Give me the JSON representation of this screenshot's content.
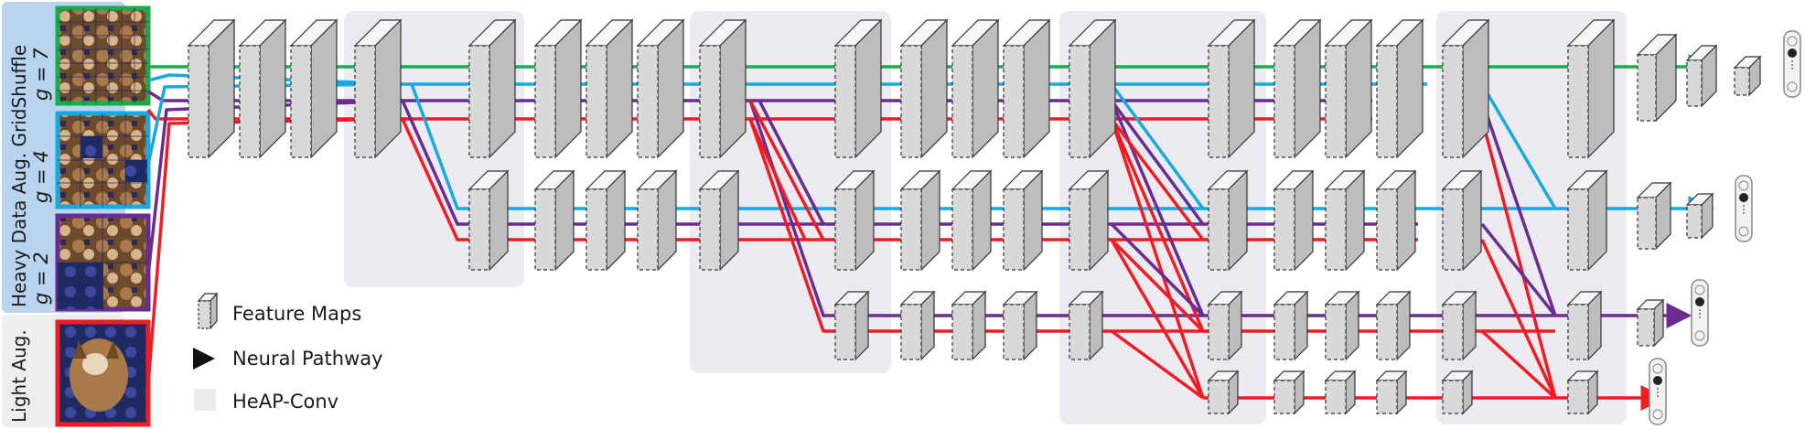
{
  "colors": {
    "g7": "#1aab4b",
    "g4": "#18a9e3",
    "g2": "#6a2c91",
    "light": "#ef1c24",
    "heavy_panel": "#b8d4ee",
    "light_panel": "#eeeeee",
    "heap_block": "#ecebf1",
    "map_face": "#d8d8d8",
    "map_side": "#bdbdbd",
    "map_top": "#f6f6f6"
  },
  "left_panel": {
    "heavy_label_line1": "Heavy Data Aug. GridShuffle",
    "light_label": "Light Aug.",
    "inputs": [
      {
        "id": "g7",
        "label": "g = 7",
        "image": "wolf-grid-7"
      },
      {
        "id": "g4",
        "label": "g = 4",
        "image": "wolf-grid-4"
      },
      {
        "id": "g2",
        "label": "g = 2",
        "image": "wolf-grid-2"
      },
      {
        "id": "light",
        "label": "",
        "image": "wolf-original"
      }
    ]
  },
  "legend": {
    "items": [
      {
        "icon": "feature-map-icon",
        "text": "Feature Maps"
      },
      {
        "icon": "arrow-icon",
        "text": "Neural Pathway"
      },
      {
        "icon": "heap-conv-icon",
        "text": "HeAP-Conv"
      }
    ]
  },
  "outputs": [
    {
      "id": "g7",
      "icon": "classifier-icon"
    },
    {
      "id": "g4",
      "icon": "classifier-icon"
    },
    {
      "id": "g2",
      "icon": "classifier-icon"
    },
    {
      "id": "light",
      "icon": "classifier-icon"
    }
  ]
}
